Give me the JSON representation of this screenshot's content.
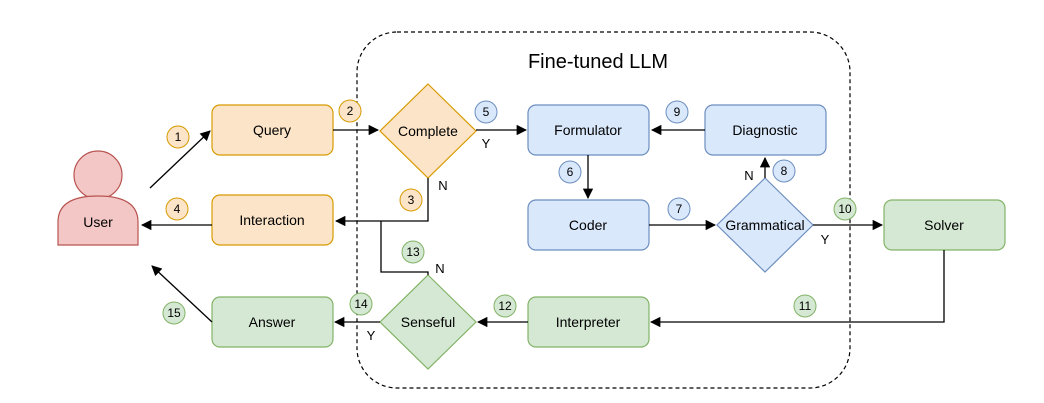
{
  "title": "Fine-tuned LLM",
  "nodes": {
    "user": "User",
    "query": "Query",
    "interaction": "Interaction",
    "complete": "Complete",
    "formulator": "Formulator",
    "diagnostic": "Diagnostic",
    "coder": "Coder",
    "grammatical": "Grammatical",
    "solver": "Solver",
    "interpreter": "Interpreter",
    "senseful": "Senseful",
    "answer": "Answer"
  },
  "branch_labels": {
    "complete_yes": "Y",
    "complete_no": "N",
    "grammatical_no": "N",
    "grammatical_yes": "Y",
    "senseful_no": "N",
    "senseful_yes": "Y"
  },
  "steps": [
    "1",
    "2",
    "3",
    "4",
    "5",
    "6",
    "7",
    "8",
    "9",
    "10",
    "11",
    "12",
    "13",
    "14",
    "15"
  ],
  "colors": {
    "orange_fill": "#fce4c8",
    "orange_stroke": "#d79b00",
    "blue_fill": "#dae8fc",
    "blue_stroke": "#6c8ebf",
    "green_fill": "#d5e8d4",
    "green_stroke": "#82b366",
    "red_fill": "#f4c7c7",
    "red_stroke": "#b85450"
  }
}
